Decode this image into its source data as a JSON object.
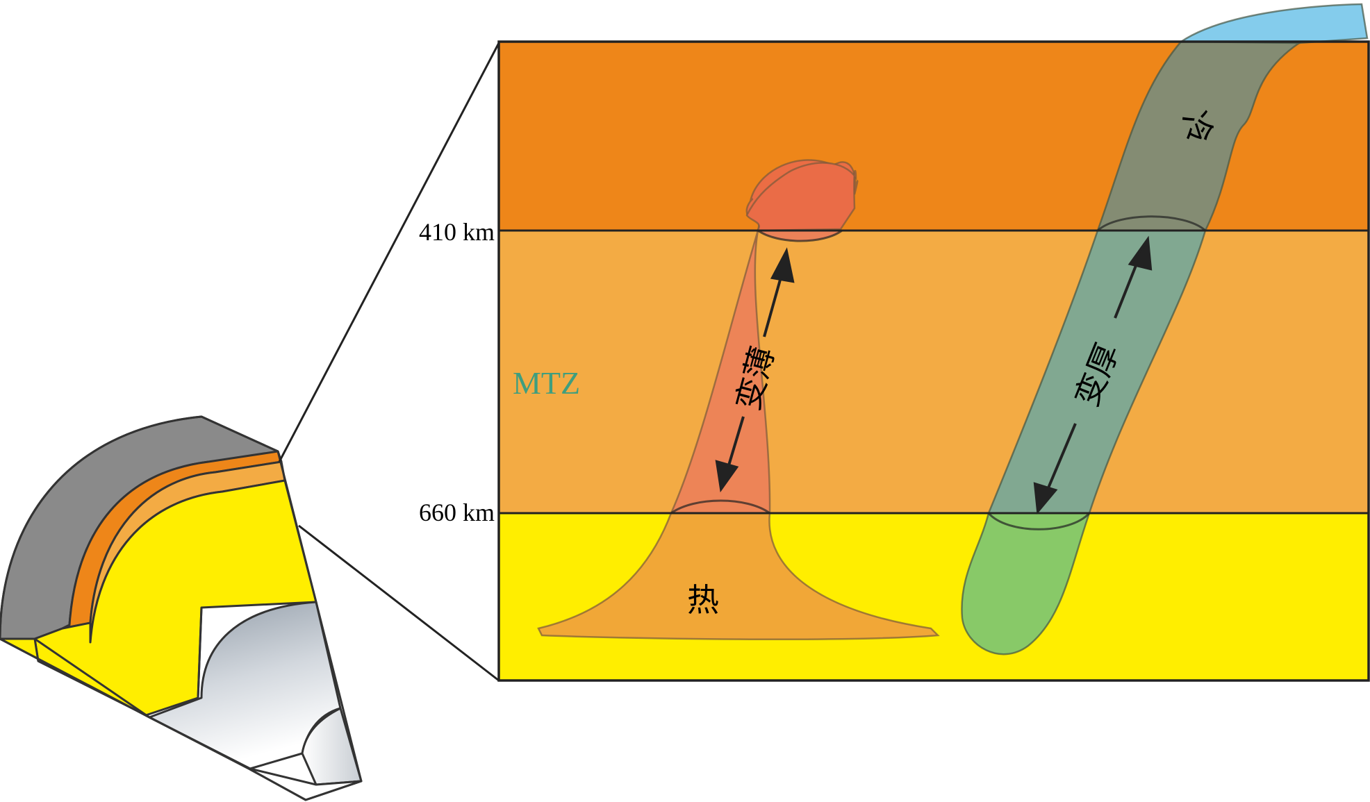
{
  "labels": {
    "depth_410": "410 km",
    "depth_660": "660 km",
    "mtz": "MTZ",
    "cold": "冷",
    "hot": "热",
    "thin": "变薄",
    "thick": "变厚"
  },
  "colors": {
    "upper_mantle": "#EE8619",
    "transition_zone": "#F3AB44",
    "lower_mantle": "#FFEE00",
    "crust_gray": "#8A8A8A",
    "plume_upper": "#EA6C47",
    "plume_tz": "#EC8258",
    "plume_head": "#F0A23A",
    "slab_upper": "#7D8C78",
    "slab_tz": "#7AA896",
    "slab_lower": "#82C66E",
    "slab_surface": "#84CCEC",
    "mtz_text": "#3F9E7E",
    "outline": "#333333"
  }
}
